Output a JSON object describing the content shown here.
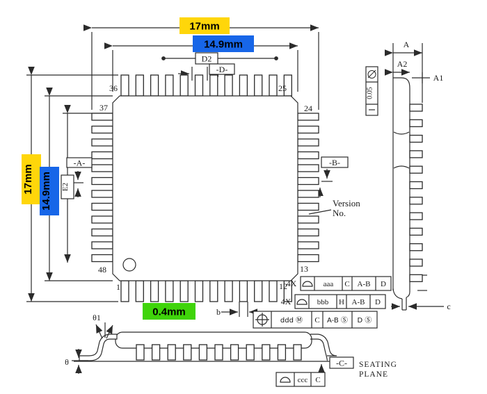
{
  "colors": {
    "highlight_yellow": "#FFD60A",
    "highlight_blue": "#1766E8",
    "highlight_green": "#3FD40A",
    "line": "#2b2b2b"
  },
  "labels": {
    "dim_top_outer": "17mm",
    "dim_top_inner": "14.9mm",
    "dim_left_outer": "17mm",
    "dim_left_inner": "14.9mm",
    "dim_pitch": "0.4mm"
  },
  "top_view": {
    "pins": {
      "top_left": "36",
      "top_right": "25",
      "left_top": "37",
      "left_bottom": "48",
      "right_top": "24",
      "right_bottom": "13",
      "bottom_left": "1",
      "bottom_right": "12"
    },
    "datum_a": "-A-",
    "datum_b": "-B-",
    "datum_d": "-D-",
    "dim_d2": "D2",
    "dim_e2": "E2",
    "dim_b": "b",
    "version_line1": "Version",
    "version_line2": "No."
  },
  "frames": {
    "row1": {
      "qty": "4X",
      "c1": "aaa",
      "c2": "C",
      "c3": "A-B",
      "c4": "D"
    },
    "row2": {
      "qty": "4X",
      "c1": "bbb",
      "c2": "H",
      "c3": "A-B",
      "c4": "D"
    },
    "row3": {
      "c1": "ddd Ⓜ",
      "c2": "C",
      "c3": "A-B Ⓢ",
      "c4": "D Ⓢ"
    }
  },
  "side_view": {
    "dim_a": "A",
    "dim_a2": "A2",
    "dim_a1": "A1",
    "fcf_value": "0.05",
    "dim_c": "c"
  },
  "bottom_view": {
    "angle_top": "θ1",
    "angle_foot": "θ",
    "datum_c": "-C-",
    "seating_line1": "SEATING",
    "seating_line2": "PLANE",
    "fcf_ccc": "ccc",
    "fcf_c": "C"
  }
}
